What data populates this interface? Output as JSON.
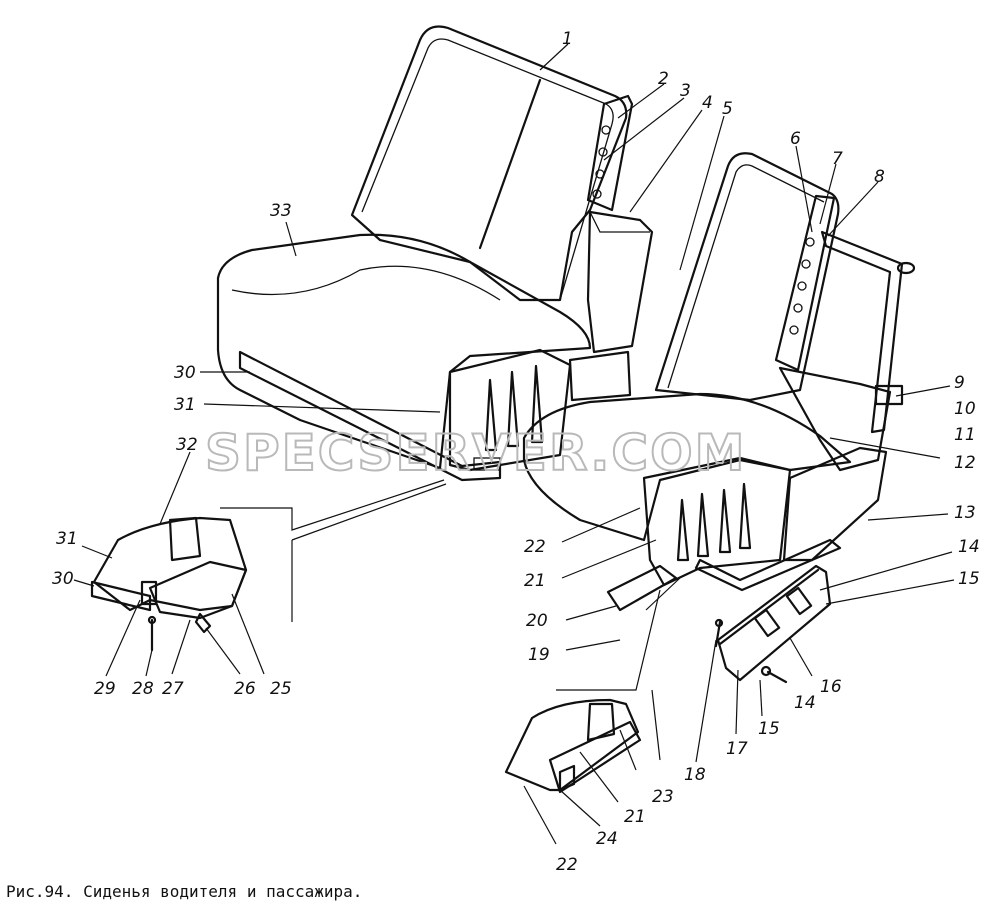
{
  "caption": "Рис.94. Сиденья водителя и пассажира.",
  "watermark": "SPECSERVER.COM",
  "callouts": [
    {
      "id": "1",
      "label": "1"
    },
    {
      "id": "2",
      "label": "2"
    },
    {
      "id": "3",
      "label": "3"
    },
    {
      "id": "4",
      "label": "4"
    },
    {
      "id": "5",
      "label": "5"
    },
    {
      "id": "6",
      "label": "6"
    },
    {
      "id": "7",
      "label": "7"
    },
    {
      "id": "8",
      "label": "8"
    },
    {
      "id": "9",
      "label": "9"
    },
    {
      "id": "10",
      "label": "10"
    },
    {
      "id": "11",
      "label": "11"
    },
    {
      "id": "12",
      "label": "12"
    },
    {
      "id": "13",
      "label": "13"
    },
    {
      "id": "14a",
      "label": "14"
    },
    {
      "id": "15a",
      "label": "15"
    },
    {
      "id": "16",
      "label": "16"
    },
    {
      "id": "14b",
      "label": "14"
    },
    {
      "id": "15b",
      "label": "15"
    },
    {
      "id": "17",
      "label": "17"
    },
    {
      "id": "18",
      "label": "18"
    },
    {
      "id": "19",
      "label": "19"
    },
    {
      "id": "20",
      "label": "20"
    },
    {
      "id": "21a",
      "label": "21"
    },
    {
      "id": "22a",
      "label": "22"
    },
    {
      "id": "23",
      "label": "23"
    },
    {
      "id": "21b",
      "label": "21"
    },
    {
      "id": "24",
      "label": "24"
    },
    {
      "id": "22b",
      "label": "22"
    },
    {
      "id": "25",
      "label": "25"
    },
    {
      "id": "26",
      "label": "26"
    },
    {
      "id": "27",
      "label": "27"
    },
    {
      "id": "28",
      "label": "28"
    },
    {
      "id": "29",
      "label": "29"
    },
    {
      "id": "30a",
      "label": "30"
    },
    {
      "id": "31a",
      "label": "31"
    },
    {
      "id": "32",
      "label": "32"
    },
    {
      "id": "33",
      "label": "33"
    },
    {
      "id": "30b",
      "label": "30"
    },
    {
      "id": "31b",
      "label": "31"
    }
  ]
}
